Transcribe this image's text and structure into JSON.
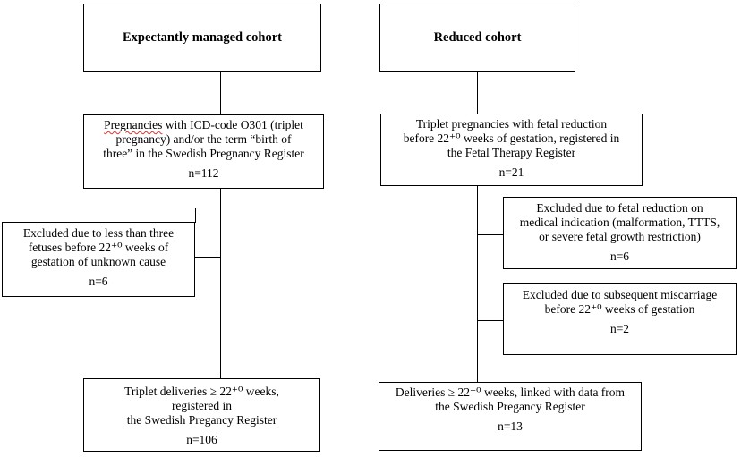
{
  "diagram": {
    "expectant": {
      "title": "Expectantly managed cohort",
      "source": {
        "misspelled_segment": "Pregnancies",
        "line1_rest": " with ICD-code O301 (triplet",
        "line2": "pregnancy) and/or the term “birth of",
        "line3": "three” in the Swedish Pregnancy Register",
        "n": "n=112"
      },
      "excluded": {
        "line1": "Excluded due to less than three",
        "line2": "fetuses before 22⁺⁰ weeks of",
        "line3": "gestation of unknown cause",
        "n": "n=6"
      },
      "final": {
        "line1": "Triplet deliveries ≥ 22⁺⁰ weeks,",
        "line2": "registered in",
        "line3": "the Swedish Pregancy Register",
        "n": "n=106"
      }
    },
    "reduced": {
      "title": "Reduced cohort",
      "source": {
        "line1": "Triplet pregnancies with fetal reduction",
        "line2": "before 22⁺⁰ weeks of gestation, registered in",
        "line3": "the Fetal Therapy Register",
        "n": "n=21"
      },
      "excluded_medical": {
        "line1": "Excluded due to fetal reduction on",
        "line2": "medical indication (malformation, TTTS,",
        "line3": "or severe fetal growth restriction)",
        "n": "n=6"
      },
      "excluded_miscarriage": {
        "line1": "Excluded due to subsequent miscarriage",
        "line2": "before 22⁺⁰ weeks of gestation",
        "n": "n=2"
      },
      "final": {
        "line1": "Deliveries ≥ 22⁺⁰ weeks, linked with data from",
        "line2": "the Swedish Pregancy Register",
        "n": "n=13"
      }
    }
  }
}
